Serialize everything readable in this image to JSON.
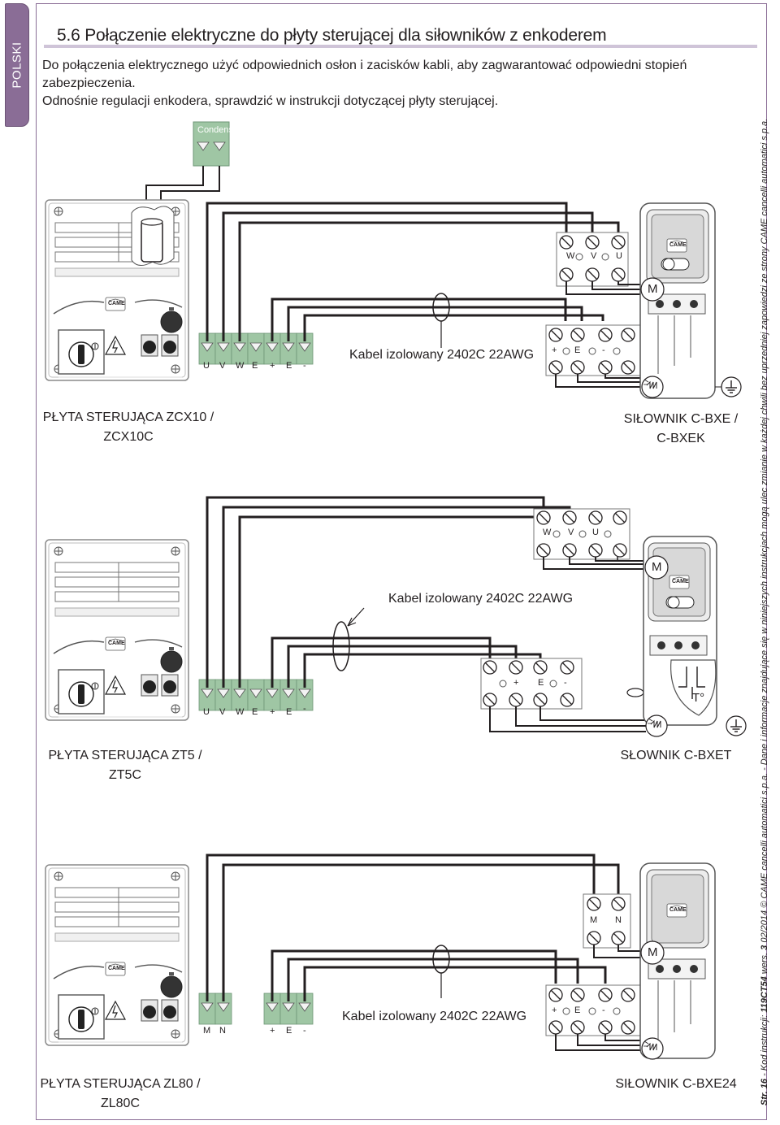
{
  "side_tab": "POLSKI",
  "title": "5.6 Połączenie elektryczne do płyty sterującej dla siłowników z enkoderem",
  "intro": {
    "line1": "Do połączenia elektrycznego użyć odpowiednich osłon i zacisków kabli, aby zagwarantować odpowiedni stopień zabezpieczenia.",
    "line2": "Odnośnie regulacji enkodera, sprawdzić w instrukcji dotyczącej płyty sterującej."
  },
  "condens_label": "Condens",
  "diagrams": [
    {
      "board_label_1": "PŁYTA STERUJĄCA ZCX10 /",
      "board_label_2": "ZCX10C",
      "board_terminals_power": [
        "U",
        "V",
        "W",
        "E"
      ],
      "board_terminals_encoder": [
        "+",
        "E",
        "-"
      ],
      "cable_label": "Kabel izolowany 2402C  22AWG",
      "motor_terminals": [
        "W",
        "V",
        "U"
      ],
      "encoder_terminals": [
        "+",
        "E",
        "-"
      ],
      "motor_symbol": "M",
      "brand": "CAME",
      "actuator_label_1": "SIŁOWNIK C-BXE /",
      "actuator_label_2": "C-BXEK"
    },
    {
      "board_label_1": "PŁYTA STERUJĄCA ZT5 /",
      "board_label_2": "ZT5C",
      "board_terminals_power": [
        "U",
        "V",
        "W",
        "E"
      ],
      "board_terminals_encoder": [
        "+",
        "E",
        "-"
      ],
      "cable_label": "Kabel izolowany 2402C  22AWG",
      "motor_terminals": [
        "W",
        "V",
        "U"
      ],
      "encoder_terminals": [
        "+",
        "E",
        "-"
      ],
      "motor_symbol": "M",
      "brand": "CAME",
      "thermal_symbol": "T°",
      "actuator_label_1": "SŁOWNIK C-BXET"
    },
    {
      "board_label_1": "PŁYTA STERUJĄCA ZL80 /",
      "board_label_2": "ZL80C",
      "board_terminals_power": [
        "M",
        "N"
      ],
      "board_terminals_encoder": [
        "+",
        "E",
        "-"
      ],
      "cable_label": "Kabel izolowany 2402C  22AWG",
      "motor_terminals": [
        "M",
        "N"
      ],
      "encoder_terminals": [
        "+",
        "E",
        "-"
      ],
      "motor_symbol": "M",
      "brand": "CAME",
      "actuator_label_1": "SIŁOWNIK C-BXE24"
    }
  ],
  "footer": {
    "page": "Str. 16",
    "code_prefix": " - Kod instrukcji: ",
    "code": "119CT54",
    "version_prefix": " wers. ",
    "version": "3",
    "date": " 02/2014",
    "copyright": "  © CAME cancelli automatici s.p.a. - Dane i informacje znajdujące się w niniejszych instrukcjach mogą ulec zmianie w każdej chwili bez uprzedniej zapowiedzi ze strony CAME cancelli automatici s.p.a."
  }
}
